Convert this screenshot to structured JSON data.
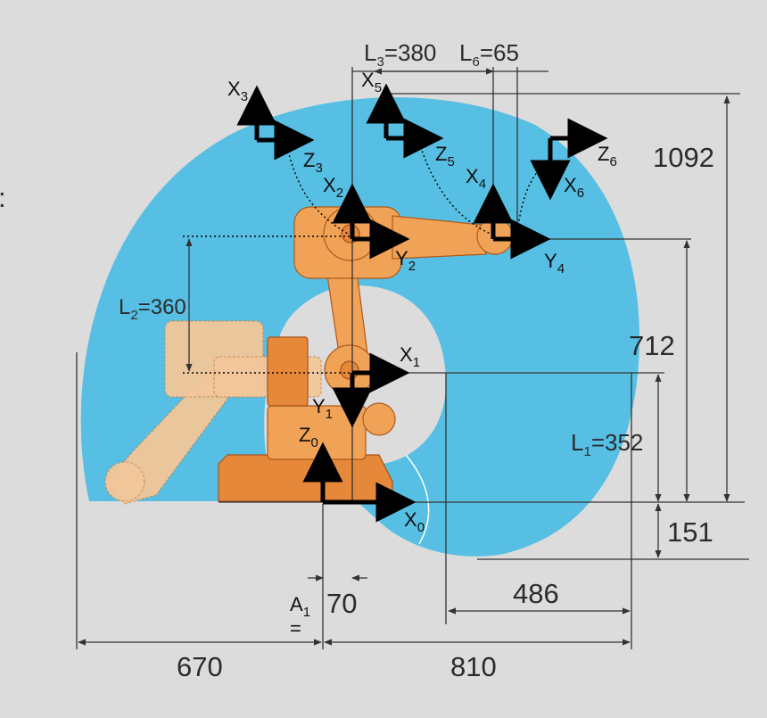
{
  "dimensions": {
    "L3": "L3=380",
    "L6": "L6=65",
    "h1092": "1092",
    "L2": "L2=360",
    "h712": "712",
    "L1": "L1=352",
    "h151": "151",
    "w486": "486",
    "w70": "70",
    "a1": "A1",
    "a1eq": "=",
    "w670": "670",
    "w810": "810"
  },
  "frames": {
    "X0": "X0",
    "Z0": "Z0",
    "X1": "X1",
    "Y1": "Y1",
    "X2": "X2",
    "Y2": "Y2",
    "X3": "X3",
    "Z3": "Z3",
    "X4": "X4",
    "Y4": "Y4",
    "X5": "X5",
    "Z5": "Z5",
    "X6": "X6",
    "Z6": "Z6"
  },
  "colors": {
    "background": "#dcdcdc",
    "workspace": "#56bfe3",
    "robot": "#f0a356"
  }
}
